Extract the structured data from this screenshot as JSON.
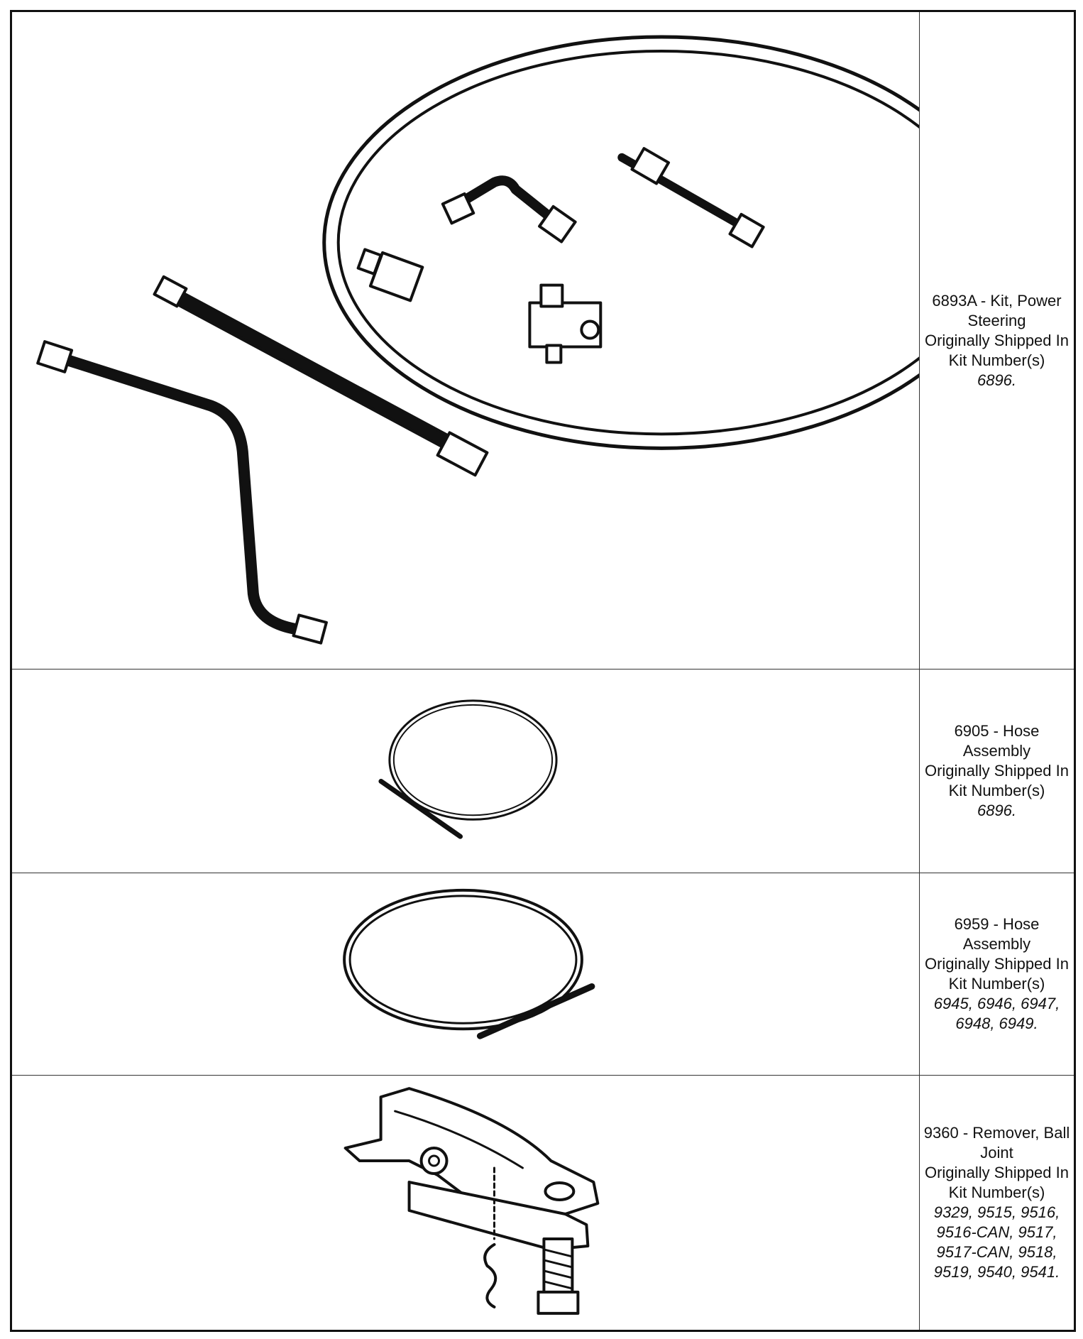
{
  "items": [
    {
      "title": "6893A - Kit, Power Steering",
      "shipped": "Originally Shipped In Kit Number(s)",
      "kits": "6896."
    },
    {
      "title": "6905 - Hose Assembly",
      "shipped": "Originally Shipped In Kit Number(s)",
      "kits": "6896."
    },
    {
      "title": "6959 - Hose Assembly",
      "shipped": "Originally Shipped In Kit Number(s)",
      "kits": "6945, 6946, 6947, 6948, 6949."
    },
    {
      "title": "9360 - Remover, Ball Joint",
      "shipped": "Originally Shipped In Kit Number(s)",
      "kits": "9329, 9515, 9516, 9516-CAN, 9517, 9517-CAN, 9518, 9519, 9540, 9541."
    }
  ]
}
